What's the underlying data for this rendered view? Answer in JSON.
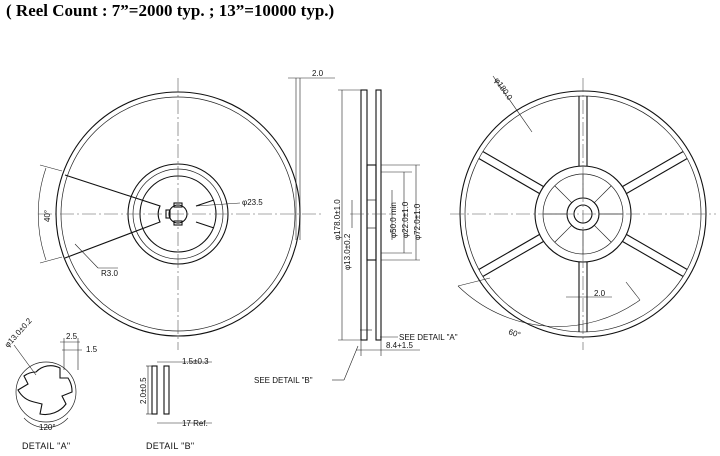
{
  "header": {
    "title": "( Reel Count : 7”=2000 typ. ; 13”=10000 typ.)"
  },
  "front_view": {
    "angle_label": "40°",
    "radius_label": "R3.0",
    "hub_diameter_label": "φ23.5"
  },
  "side_view": {
    "flange_thickness_label": "2.0",
    "outer_diameter_label": "φ178.0±1.0",
    "arbor_diameter_label": "φ13.0±0.2",
    "hub_d1_label": "φ50.0 min",
    "hub_d2_label": "φ22.0±1.0",
    "hub_d3_label": "φ72.0±1.0",
    "width_label": "8.4+1.5",
    "see_detail_a": "SEE DETAIL \"A\"",
    "see_detail_b": "SEE DETAIL \"B\""
  },
  "back_view": {
    "diameter_label": "φ180.0",
    "rib_label": "2.0",
    "angle_label": "60°"
  },
  "detail_a": {
    "caption": "DETAIL \"A\"",
    "diameter_label": "φ13.0±0.2",
    "key_width_label": "2.5",
    "key_depth_label": "1.5",
    "angle_label": "120°"
  },
  "detail_b": {
    "caption": "DETAIL \"B\"",
    "height_label": "2.0±0.5",
    "gap_label": "1.5±0.3",
    "ref_label": "17 Ref."
  }
}
